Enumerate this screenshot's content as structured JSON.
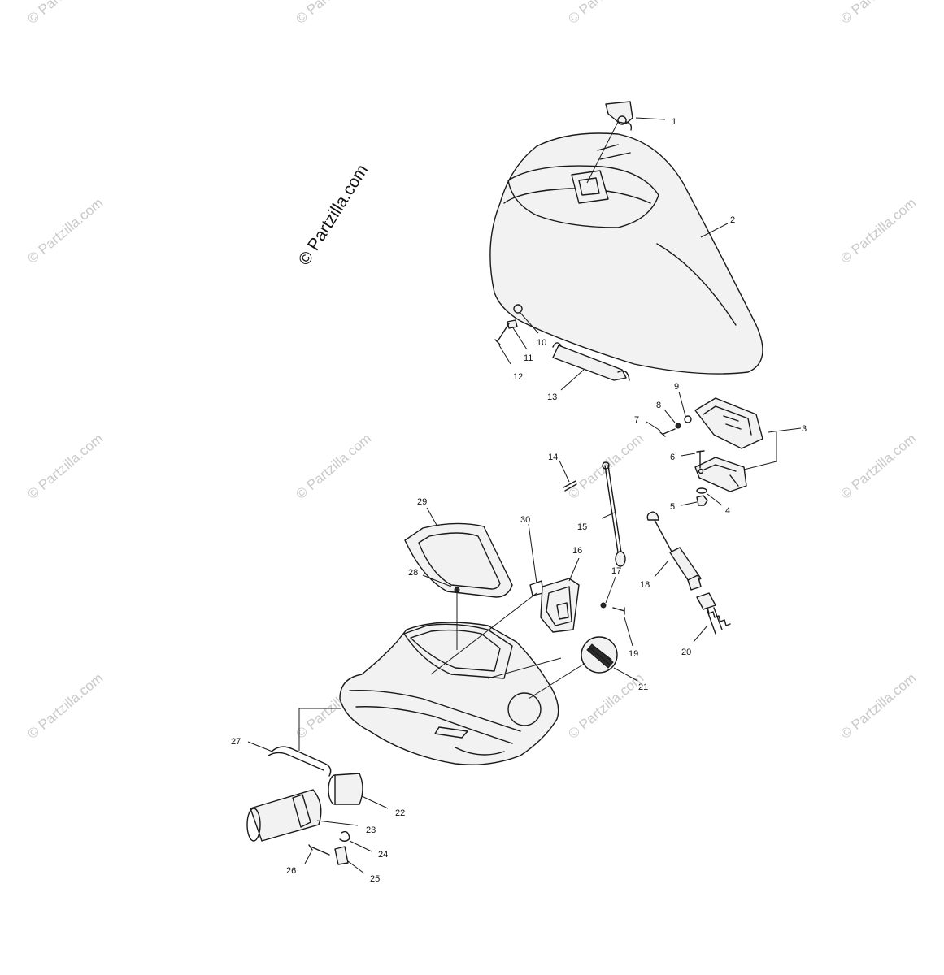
{
  "watermark": {
    "main": "© Partzilla.com",
    "repeat": "© Partzilla.com"
  },
  "callouts": [
    "1",
    "2",
    "3",
    "4",
    "5",
    "6",
    "7",
    "8",
    "9",
    "10",
    "11",
    "12",
    "13",
    "14",
    "15",
    "16",
    "17",
    "18",
    "19",
    "20",
    "21",
    "22",
    "23",
    "24",
    "25",
    "26",
    "27",
    "28",
    "29",
    "30"
  ]
}
